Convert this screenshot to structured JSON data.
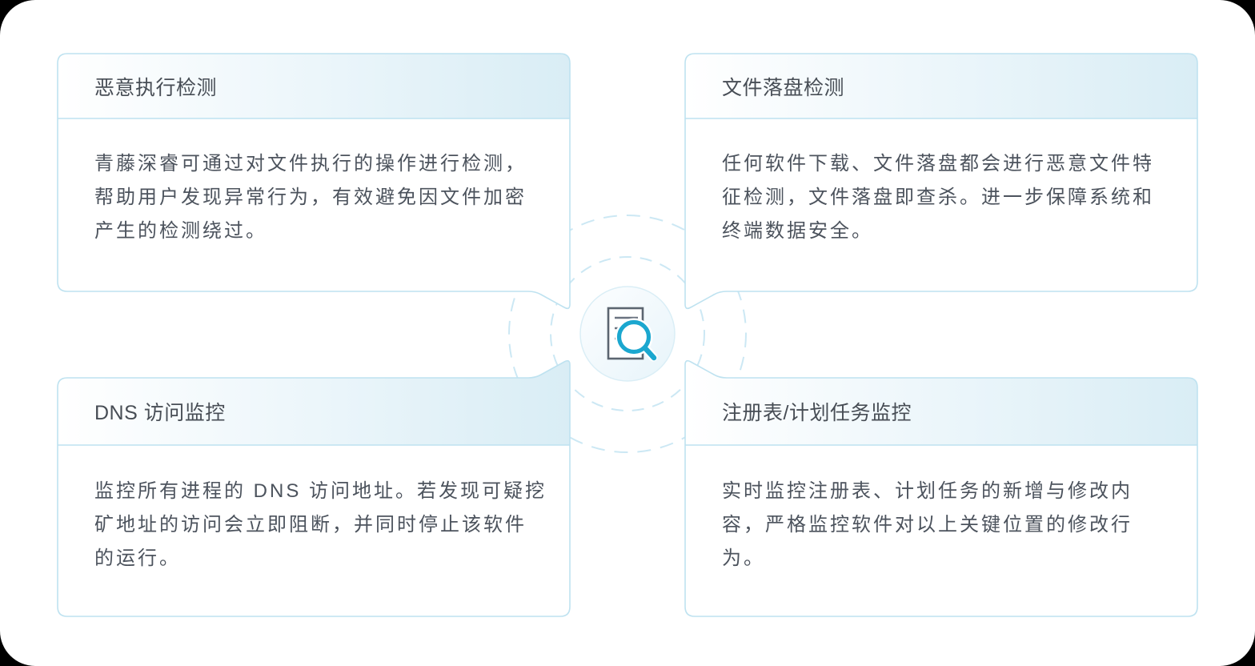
{
  "page": {
    "type": "feature-grid",
    "language": "zh-CN",
    "card_count": 4
  },
  "colors": {
    "card_border": "#BEE2F0",
    "divider": "#BEE2F0",
    "header_tint": "#D9EDF5",
    "title_text": "#474D55",
    "body_text": "#4C535D",
    "dashed_circle": "#CCE8F4",
    "center_circle_border": "#DAEEF6",
    "magnifier_accent": "#1BA7CF",
    "document_stroke": "#5B6570",
    "document_line": "#6A7380"
  },
  "center": {
    "icon": "document-search-icon"
  },
  "cards": [
    {
      "position": "top-left",
      "title": "恶意执行检测",
      "body": "青藤深睿可通过对文件执行的操作进行检测，\n帮助用户发现异常行为，有效避免因文件加密\n产生的检测绕过。"
    },
    {
      "position": "top-right",
      "title": "文件落盘检测",
      "body": "任何软件下载、文件落盘都会进行恶意文件特\n征检测，文件落盘即查杀。进一步保障系统和\n终端数据安全。"
    },
    {
      "position": "bottom-left",
      "title": "DNS 访问监控",
      "body": "监控所有进程的 DNS 访问地址。若发现可疑挖\n矿地址的访问会立即阻断，并同时停止该软件\n的运行。"
    },
    {
      "position": "bottom-right",
      "title": "注册表/计划任务监控",
      "body": "实时监控注册表、计划任务的新增与修改内\n容，严格监控软件对以上关键位置的修改行\n为。"
    }
  ]
}
